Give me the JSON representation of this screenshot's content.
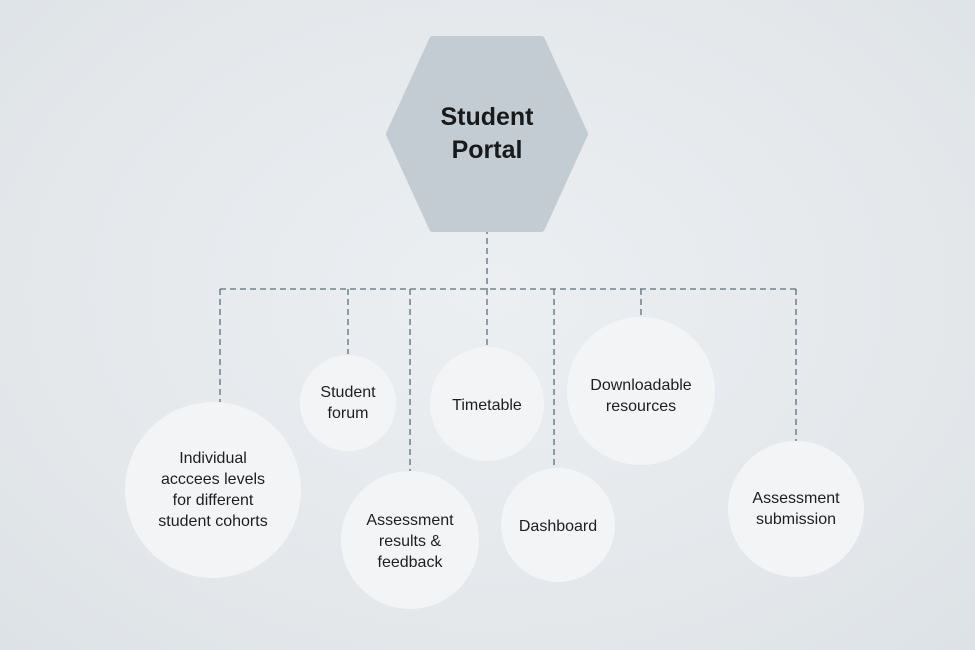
{
  "colors": {
    "background": "#e3e7ea",
    "hub_fill": "#c3ccd2",
    "node_fill": "#f3f4f5",
    "connector": "#5e6f78",
    "text": "#1c1f22"
  },
  "hub": {
    "title": "Student\nPortal"
  },
  "nodes": [
    {
      "id": "individual",
      "label": "Individual\nacccees levels\nfor different\nstudent cohorts"
    },
    {
      "id": "forum",
      "label": "Student\nforum"
    },
    {
      "id": "assessment-results",
      "label": "Assessment\nresults &\nfeedback"
    },
    {
      "id": "timetable",
      "label": "Timetable"
    },
    {
      "id": "dashboard",
      "label": "Dashboard"
    },
    {
      "id": "downloadable",
      "label": "Downloadable\nresources"
    },
    {
      "id": "assessment-submission",
      "label": "Assessment\nsubmission"
    }
  ]
}
